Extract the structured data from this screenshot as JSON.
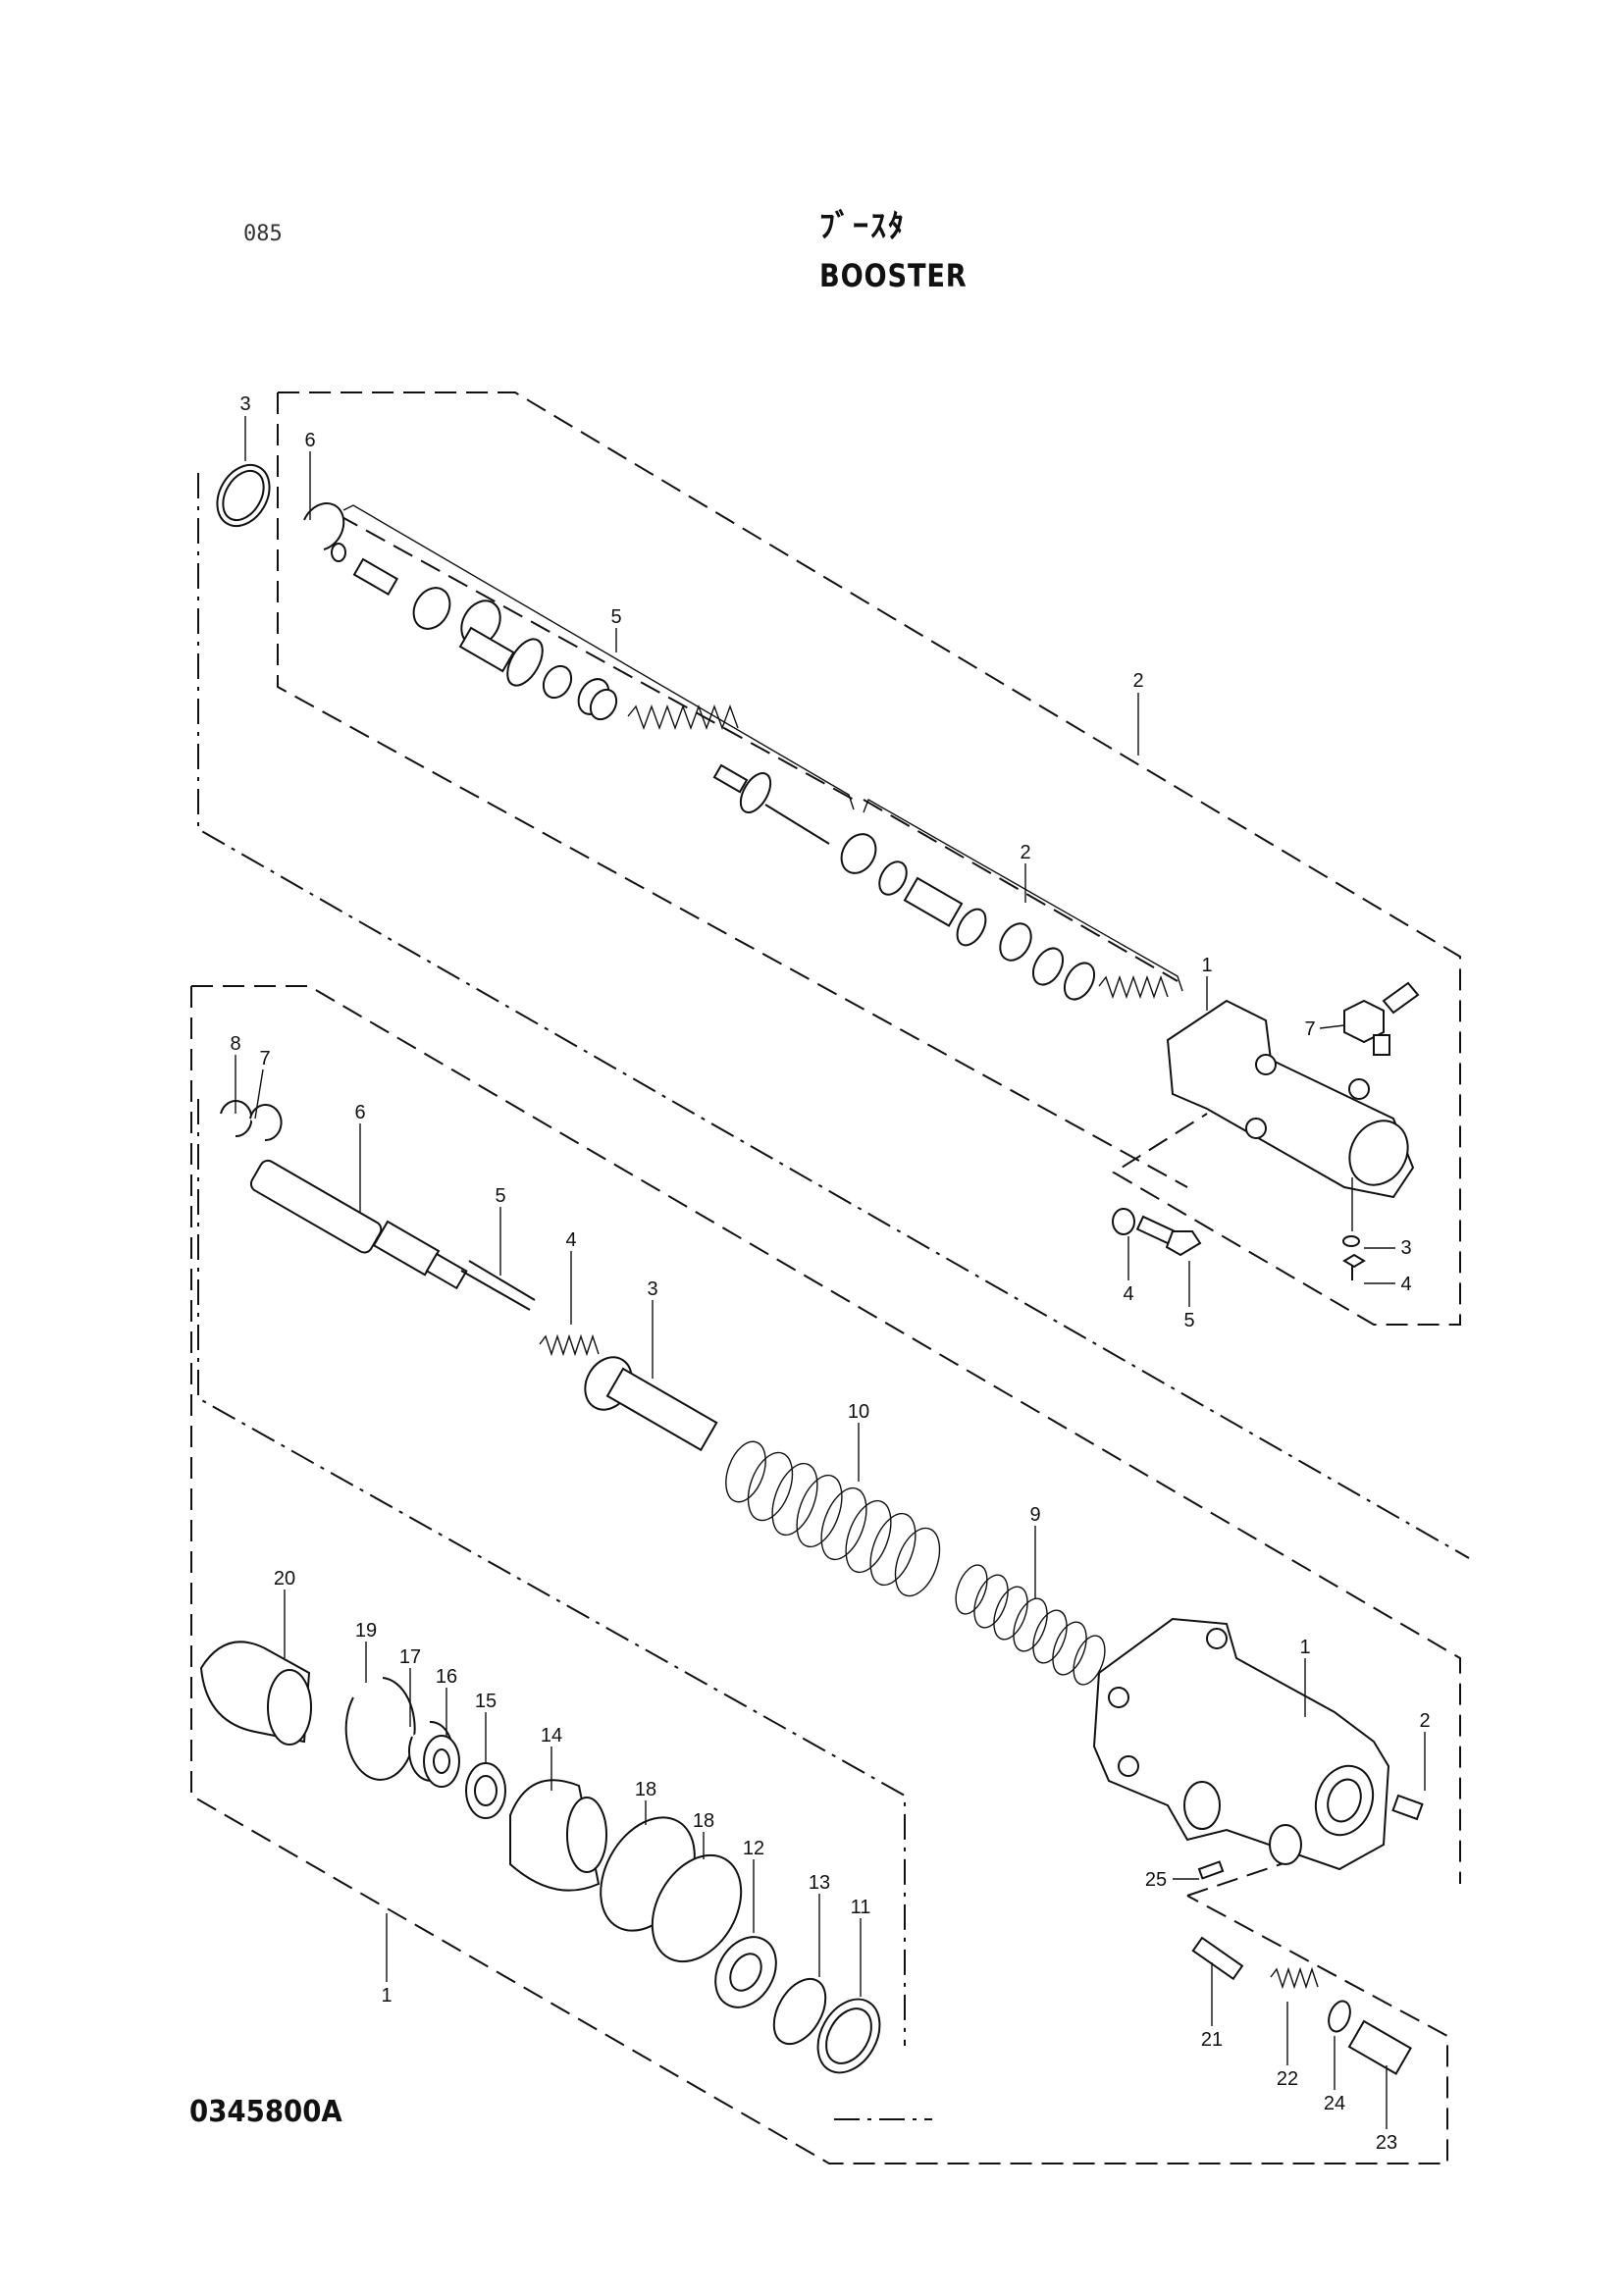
{
  "page_number": "085",
  "title_jp": "ﾌﾞｰｽﾀ",
  "title_en": "BOOSTER",
  "drawing_number": "0345800A",
  "callouts": {
    "u3": "3",
    "u6": "6",
    "u5": "5",
    "u2a": "2",
    "u2b": "2",
    "u1": "1",
    "u7": "7",
    "u3b": "3",
    "u4b": "4",
    "u4a": "4",
    "u5b": "5",
    "m8": "8",
    "m7": "7",
    "m6": "6",
    "m5": "5",
    "m4": "4",
    "m3": "3",
    "m10": "10",
    "m9": "9",
    "m1": "1",
    "m2": "2",
    "m25": "25",
    "m21": "21",
    "m22": "22",
    "m24": "24",
    "m23": "23",
    "l20": "20",
    "l19": "19",
    "l17": "17",
    "l16": "16",
    "l15": "15",
    "l14": "14",
    "l18a": "18",
    "l18b": "18",
    "l12": "12",
    "l13": "13",
    "l11": "11",
    "l1": "1"
  }
}
